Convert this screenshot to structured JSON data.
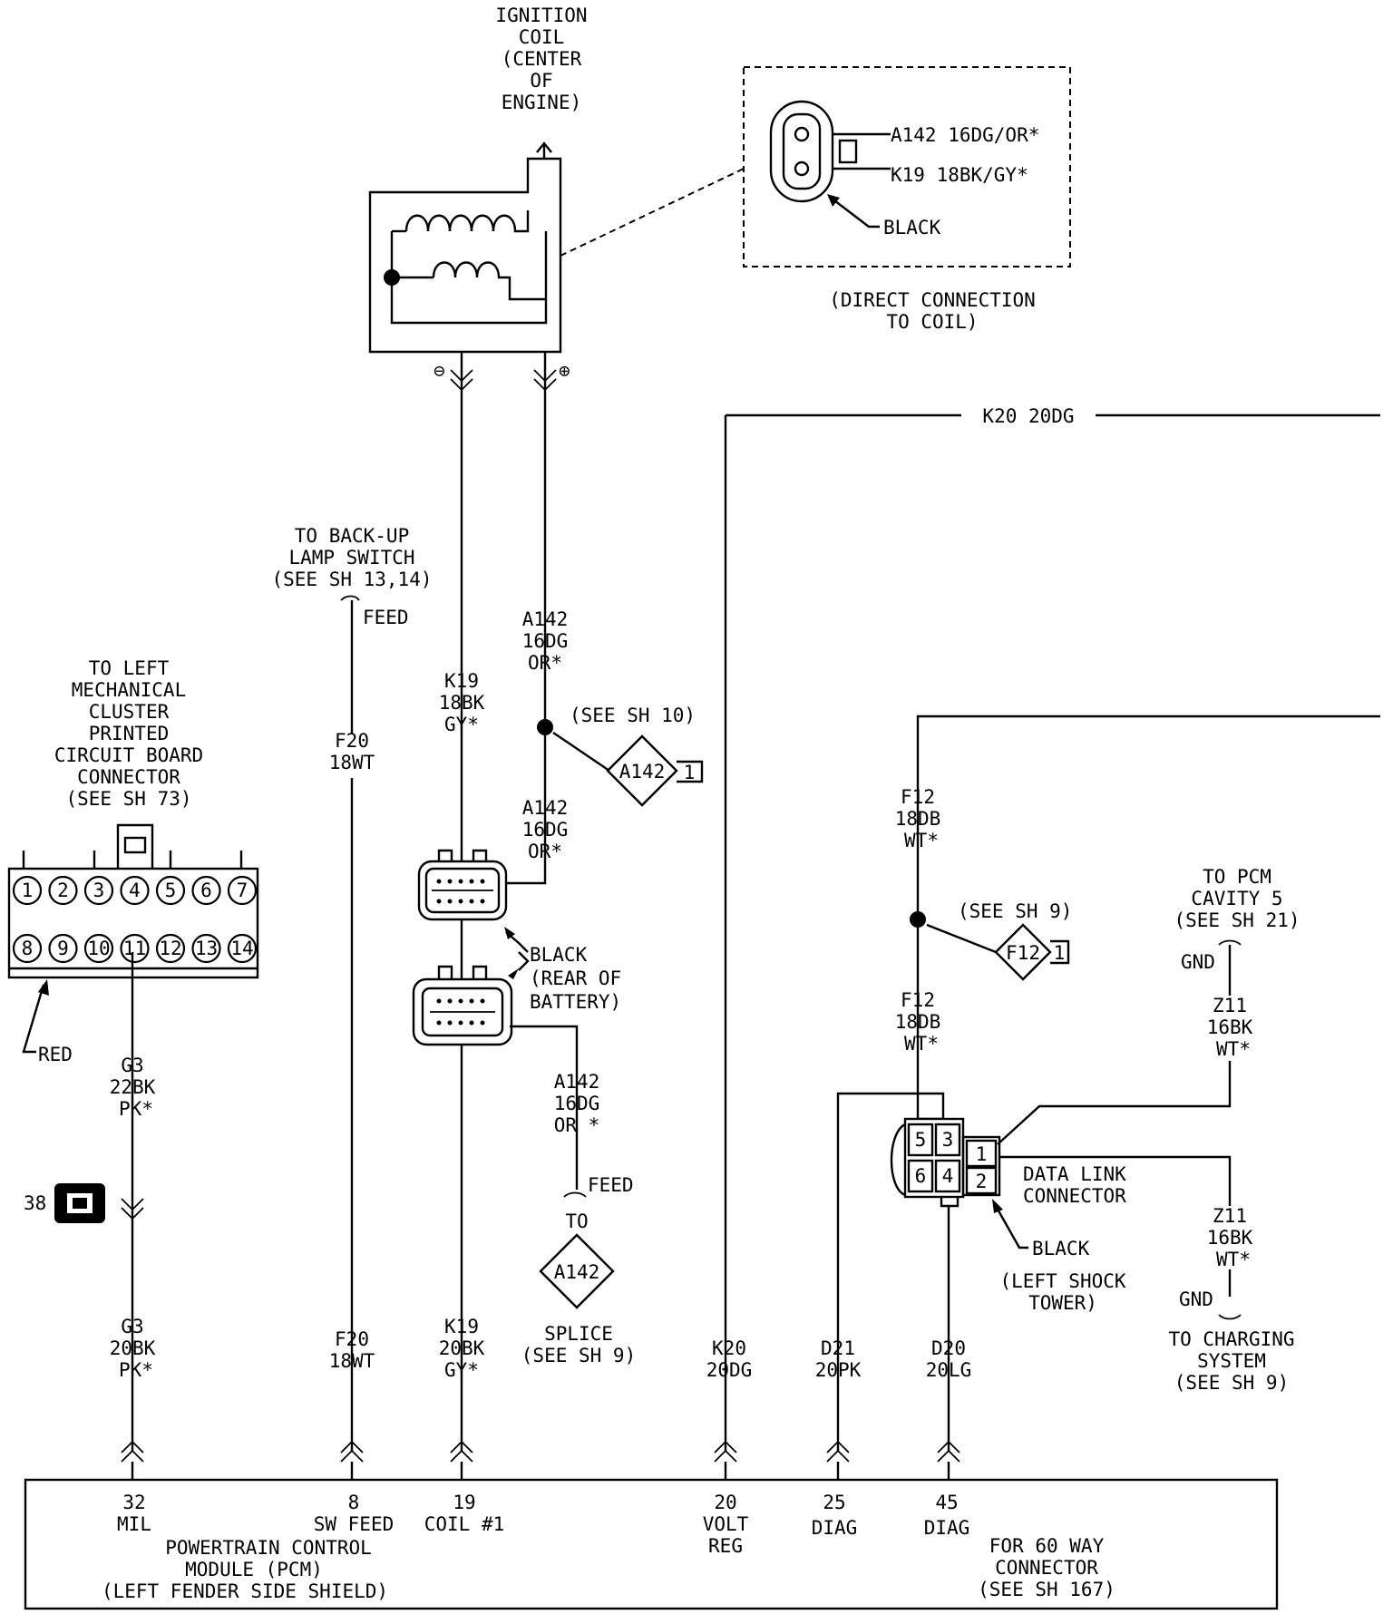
{
  "ignition_coil": {
    "label": [
      "IGNITION",
      "COIL",
      "(CENTER",
      "OF",
      "ENGINE)"
    ],
    "neg_symbol": "⊖",
    "pos_symbol": "⊕"
  },
  "coil_connector_detail": {
    "wire_a142": "A142 16DG/OR*",
    "wire_k19": "K19 18BK/GY*",
    "color": "BLACK",
    "caption": [
      "(DIRECT CONNECTION",
      "TO COIL)"
    ]
  },
  "wires": {
    "k20_top": "K20 20DG",
    "backup_lamp": [
      "TO BACK-UP",
      "LAMP SWITCH",
      "(SEE SH 13,14)"
    ],
    "feed_top": "FEED",
    "f20_upper": [
      "F20",
      "18WT"
    ],
    "k19_upper": [
      "K19",
      "18BK",
      "GY*"
    ],
    "a142_upper": [
      "A142",
      "16DG",
      "OR*"
    ],
    "see_sh10": "(SEE SH 10)",
    "a142_mid": [
      "A142",
      "16DG",
      "OR*"
    ],
    "a142_diamond": "A142",
    "a142_diamond_num": "1",
    "battery_connector": [
      "BLACK",
      "(REAR OF",
      "BATTERY)"
    ],
    "a142_lower": [
      "A142",
      "16DG",
      "OR *"
    ],
    "feed_lower": "FEED",
    "to_label": "TO",
    "splice_diamond": "A142",
    "splice": [
      "SPLICE",
      "(SEE SH 9)"
    ],
    "f12_upper": [
      "F12",
      "18DB",
      "WT*"
    ],
    "see_sh9": "(SEE SH 9)",
    "f12_diamond": "F12",
    "f12_diamond_num": "1",
    "f12_lower": [
      "F12",
      "18DB",
      "WT*"
    ],
    "pcm_cavity": [
      "TO PCM",
      "CAVITY 5",
      "(SEE SH 21)"
    ],
    "gnd_upper": "GND",
    "z11_upper": [
      "Z11",
      "16BK",
      "WT*"
    ],
    "z11_lower": [
      "Z11",
      "16BK",
      "WT*"
    ],
    "gnd_lower": "GND",
    "charging": [
      "TO CHARGING",
      "SYSTEM",
      "(SEE SH 9)"
    ]
  },
  "cluster_connector": {
    "label": [
      "TO LEFT",
      "MECHANICAL",
      "CLUSTER",
      "PRINTED",
      "CIRCUIT BOARD",
      "CONNECTOR",
      "(SEE SH 73)"
    ],
    "pins_top": [
      "1",
      "2",
      "3",
      "4",
      "5",
      "6",
      "7"
    ],
    "pins_bottom": [
      "8",
      "9",
      "10",
      "11",
      "12",
      "13",
      "14"
    ],
    "color": "RED",
    "g3_upper": [
      "G3",
      "22BK",
      "PK*"
    ],
    "splice_ref": "38",
    "g3_lower": [
      "G3",
      "20BK",
      "PK*"
    ]
  },
  "data_link": {
    "pins": [
      "5",
      "3",
      "1",
      "6",
      "4",
      "2"
    ],
    "label": [
      "DATA LINK",
      "CONNECTOR"
    ],
    "color": "BLACK",
    "location": [
      "(LEFT SHOCK",
      "TOWER)"
    ]
  },
  "lower_wires": {
    "f20": [
      "F20",
      "18WT"
    ],
    "k19": [
      "K19",
      "20BK",
      "GY*"
    ],
    "k20": [
      "K20",
      "20DG"
    ],
    "d21": [
      "D21",
      "20PK"
    ],
    "d20": [
      "D20",
      "20LG"
    ]
  },
  "pcm": {
    "cavities": [
      {
        "num": "32",
        "name": "MIL"
      },
      {
        "num": "8",
        "name": "SW FEED"
      },
      {
        "num": "19",
        "name": "COIL #1"
      },
      {
        "num": "20",
        "name": "VOLT",
        "name2": "REG"
      },
      {
        "num": "25",
        "name": "DIAG"
      },
      {
        "num": "45",
        "name": "DIAG"
      }
    ],
    "title": [
      "POWERTRAIN CONTROL",
      "MODULE (PCM)",
      "(LEFT FENDER SIDE SHIELD)"
    ],
    "connector": [
      "FOR 60 WAY",
      "CONNECTOR",
      "(SEE SH 167)"
    ]
  }
}
